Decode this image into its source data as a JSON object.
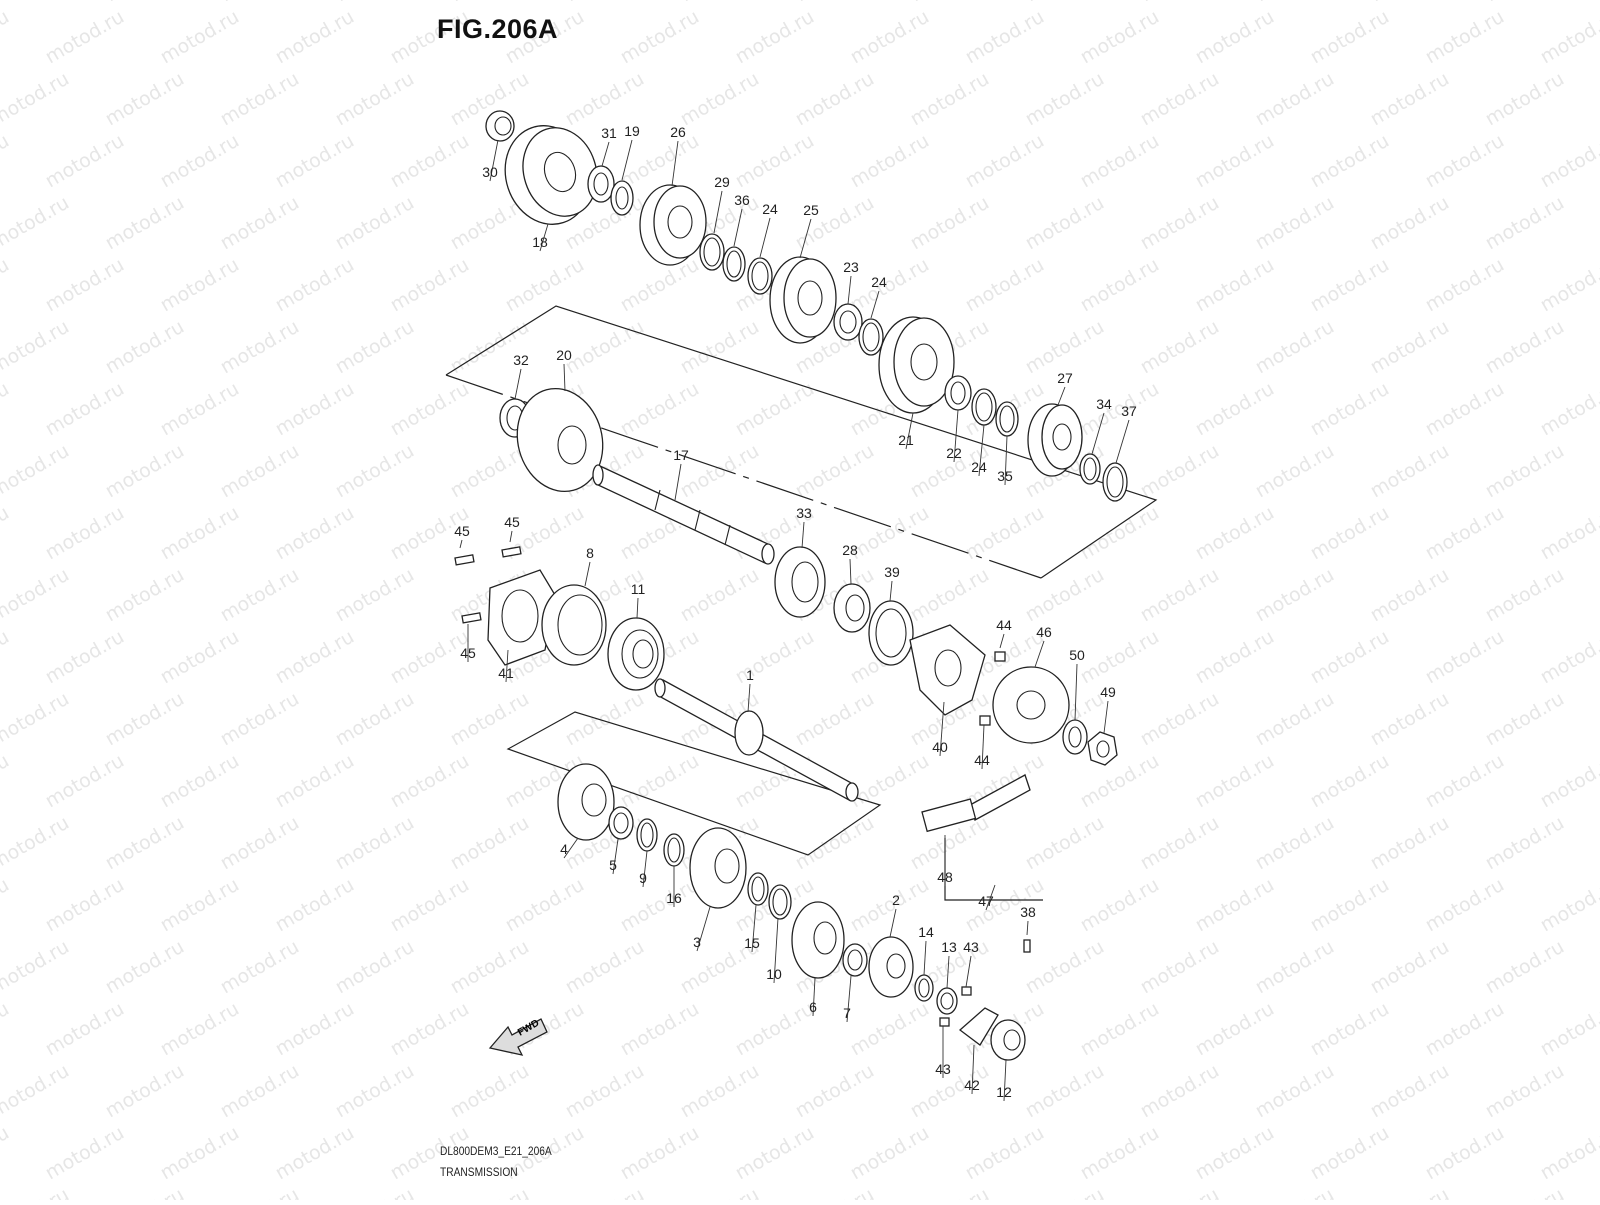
{
  "figure_title": "FIG.206A",
  "footer": {
    "code": "DL800DEM3_E21_206A",
    "name": "TRANSMISSION"
  },
  "watermark": "motod.ru",
  "fwd_label": "FWD",
  "callouts": [
    "1",
    "2",
    "3",
    "4",
    "5",
    "6",
    "7",
    "8",
    "9",
    "10",
    "11",
    "12",
    "13",
    "14",
    "15",
    "16",
    "17",
    "18",
    "19",
    "20",
    "21",
    "22",
    "23",
    "24",
    "25",
    "26",
    "27",
    "28",
    "29",
    "30",
    "31",
    "32",
    "33",
    "34",
    "35",
    "36",
    "37",
    "38",
    "39",
    "40",
    "41",
    "42",
    "43",
    "44",
    "45",
    "46",
    "47",
    "48",
    "49",
    "50"
  ]
}
